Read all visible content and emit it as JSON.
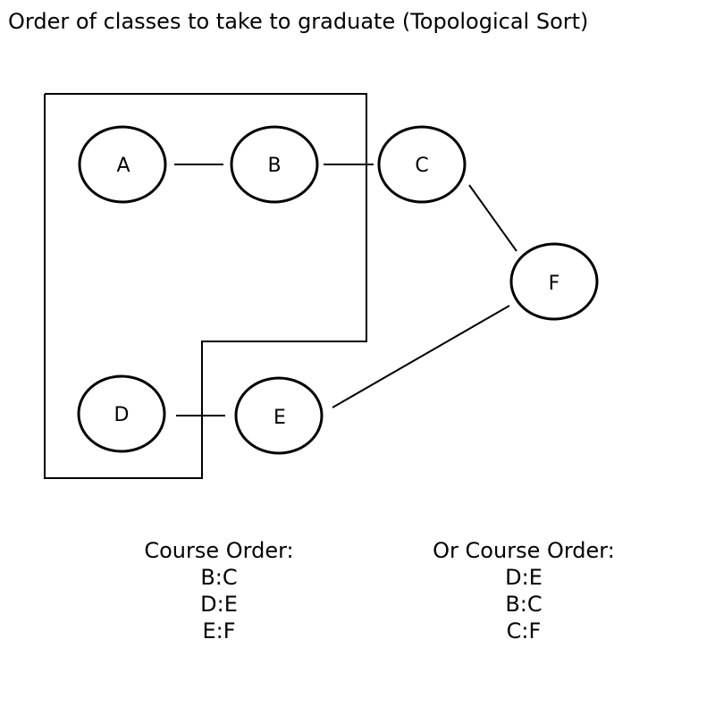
{
  "title": "Order of classes to take to graduate (Topological Sort)",
  "nodes": [
    {
      "id": "A",
      "label": "A"
    },
    {
      "id": "B",
      "label": "B"
    },
    {
      "id": "C",
      "label": "C"
    },
    {
      "id": "D",
      "label": "D"
    },
    {
      "id": "E",
      "label": "E"
    },
    {
      "id": "F",
      "label": "F"
    }
  ],
  "edges": [
    {
      "from": "A",
      "to": "B"
    },
    {
      "from": "B",
      "to": "C"
    },
    {
      "from": "C",
      "to": "F"
    },
    {
      "from": "D",
      "to": "E"
    },
    {
      "from": "E",
      "to": "F"
    }
  ],
  "course_order": {
    "heading": "Course Order:",
    "items": [
      "B:C",
      "D:E",
      "E:F"
    ]
  },
  "alt_course_order": {
    "heading": "Or Course Order:",
    "items": [
      "D:E",
      "B:C",
      "C:F"
    ]
  }
}
